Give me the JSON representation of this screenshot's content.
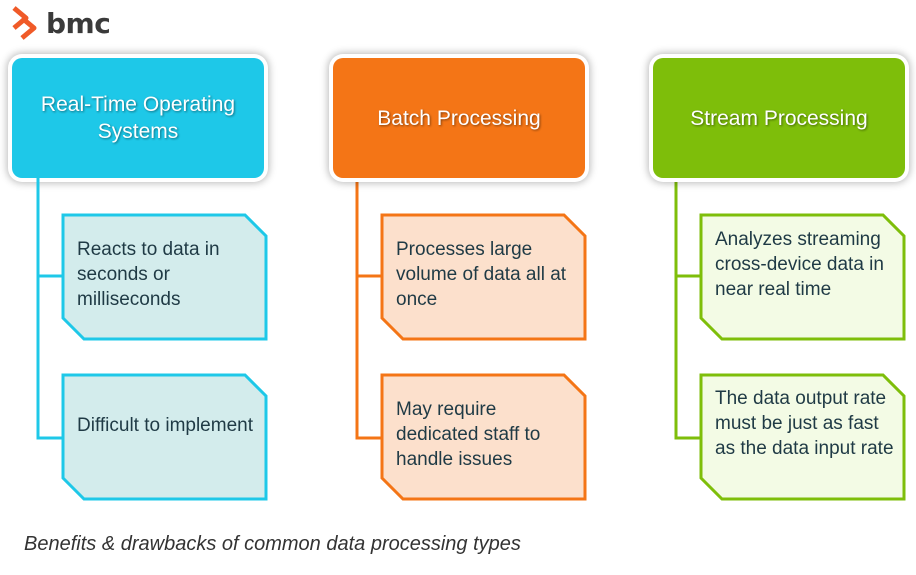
{
  "logo": {
    "text": "bmc",
    "icon": "bmc-chevron-logo",
    "color": "#f05a28"
  },
  "columns": [
    {
      "title": "Real-Time Operating Systems",
      "color": "#1ec8e8",
      "card_fill": "#d3ecec",
      "card_border": "#1ec8e8",
      "items": [
        "Reacts to data in seconds or milliseconds",
        "Difficult to implement"
      ]
    },
    {
      "title": "Batch Processing",
      "color": "#f47516",
      "card_fill": "#fce0cc",
      "card_border": "#f47516",
      "items": [
        "Processes large volume of data all at once",
        "May require dedicated staff to handle issues"
      ]
    },
    {
      "title": "Stream Processing",
      "color": "#7ebe0a",
      "card_fill": "#f3fbe5",
      "card_border": "#7ebe0a",
      "items": [
        "Analyzes streaming cross-device data in near real time",
        "The data output rate must be just as fast as the data input rate"
      ]
    }
  ],
  "caption": "Benefits & drawbacks of common data processing types"
}
